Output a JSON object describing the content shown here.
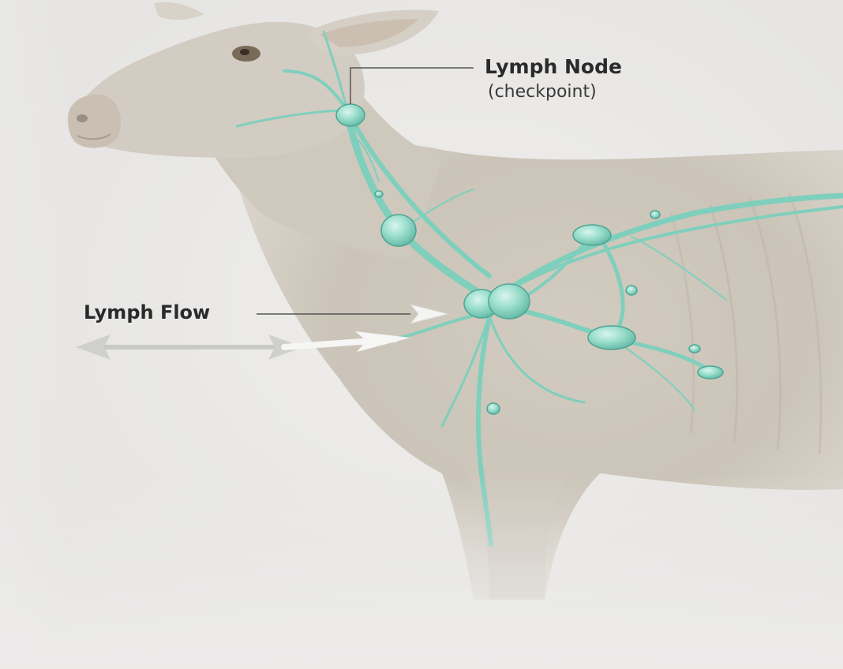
{
  "labels": {
    "lymph_node_title": "Lymph Node",
    "lymph_node_subtitle": "(checkpoint)",
    "lymph_flow": "Lymph Flow"
  },
  "colors": {
    "background": "#ecebea",
    "animal_body": "#cfc8bd",
    "lymph_vessel": "#7fcfbd",
    "lymph_node": "#9fe0cf",
    "label_text": "#2a2a2a",
    "arrow": "#f4f4f2"
  },
  "icons": {
    "flow_arrow": "double-headed-arrow",
    "pointer_arrow": "right-arrow"
  }
}
